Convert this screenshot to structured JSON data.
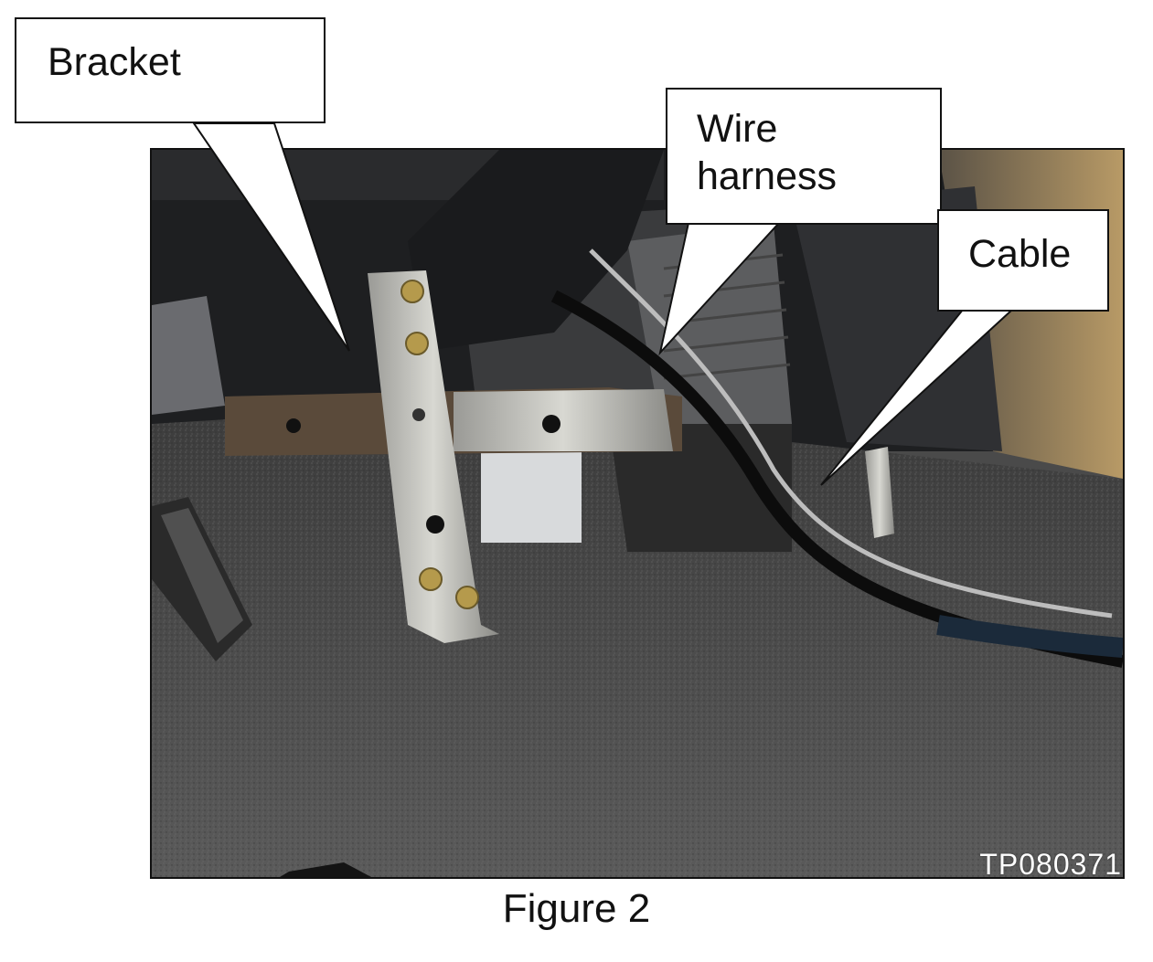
{
  "labels": {
    "bracket": "Bracket",
    "wire_harness_line1": "Wire",
    "wire_harness_line2": "harness",
    "cable": "Cable"
  },
  "photo_id": "TP080371",
  "caption": "Figure 2"
}
